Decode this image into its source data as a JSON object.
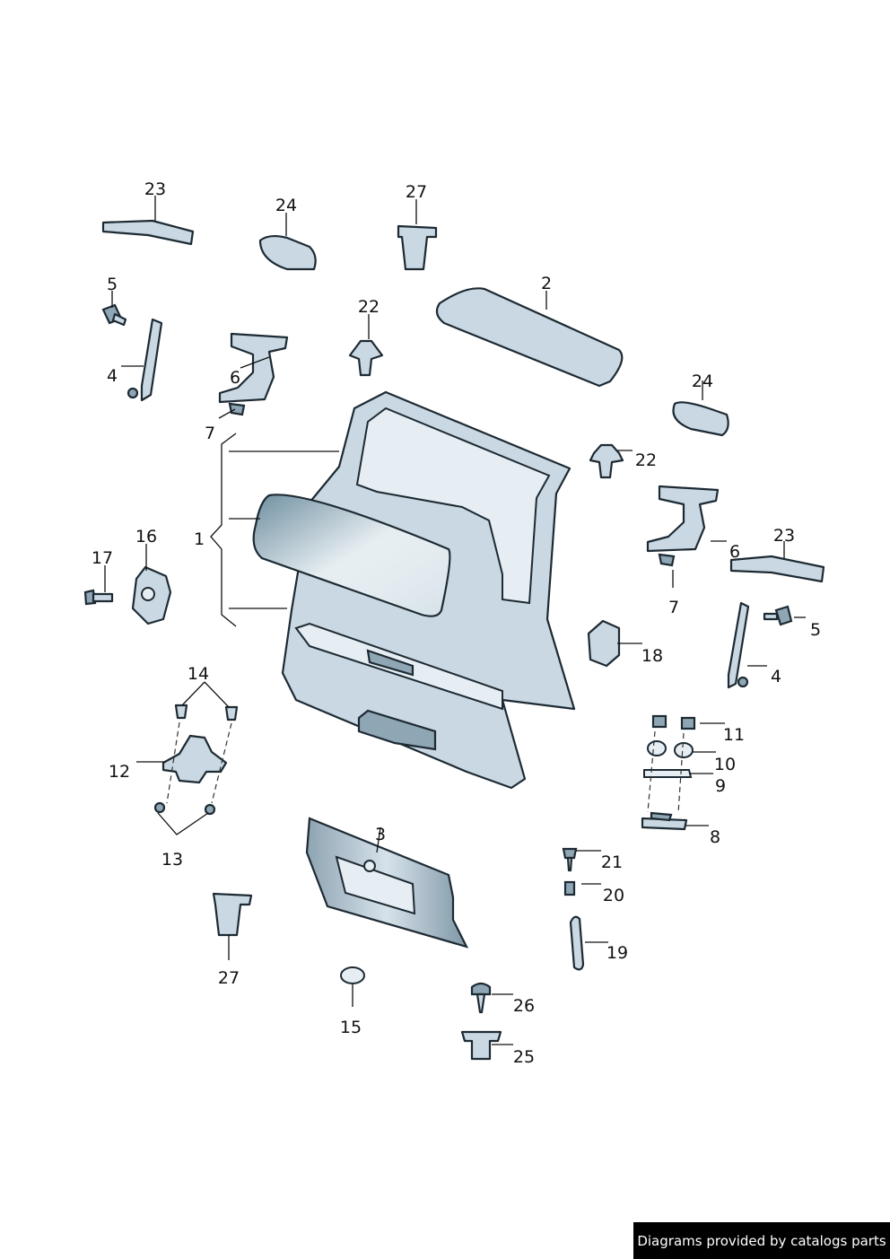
{
  "callouts": [
    "1",
    "2",
    "3",
    "4",
    "5",
    "6",
    "7",
    "8",
    "9",
    "10",
    "11",
    "12",
    "13",
    "14",
    "15",
    "16",
    "17",
    "18",
    "19",
    "20",
    "21",
    "22",
    "23",
    "24",
    "25",
    "26",
    "27"
  ],
  "credit": "Diagrams provided by catalogs parts"
}
